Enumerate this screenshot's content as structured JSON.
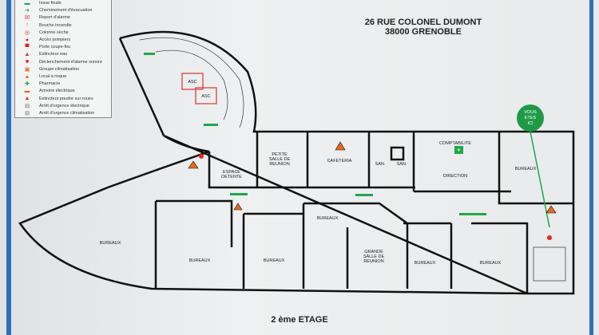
{
  "legend": {
    "items": [
      {
        "label": "Issue finale",
        "icon": "exit-green"
      },
      {
        "label": "Cheminement d'évacuation",
        "icon": "evacuation-arrow"
      },
      {
        "label": "Report d'alarme",
        "icon": "alarm-report"
      },
      {
        "label": "Bouche incendie",
        "icon": "fire-hydrant"
      },
      {
        "label": "Colonne sèche",
        "icon": "dry-riser"
      },
      {
        "label": "Accès pompiers",
        "icon": "firefighter-access"
      },
      {
        "label": "Porte coupe-feu",
        "icon": "fire-door"
      },
      {
        "label": "Extincteur eau",
        "icon": "water-extinguisher"
      },
      {
        "label": "Déclenchement d'alarme sonore",
        "icon": "alarm-trigger"
      },
      {
        "label": "Groupe climatisation",
        "icon": "air-conditioning"
      },
      {
        "label": "Local à risque",
        "icon": "risk-area"
      },
      {
        "label": "Pharmacie",
        "icon": "pharmacy"
      },
      {
        "label": "Armoire électrique",
        "icon": "electrical-cabinet"
      },
      {
        "label": "Extincteur poudre sur roues",
        "icon": "wheeled-extinguisher"
      },
      {
        "label": "Arrêt d'urgence électrique",
        "icon": "electric-emergency-stop"
      },
      {
        "label": "Arrêt d'urgence climatisation",
        "icon": "ac-emergency-stop"
      }
    ]
  },
  "address": {
    "street": "26 RUE COLONEL DUMONT",
    "city": "38000 GRENOBLE"
  },
  "you_are_here": {
    "line1": "VOUS",
    "line2": "ETES",
    "line3": "ICI"
  },
  "rooms": {
    "espace_detente": [
      "ESPACE",
      "DETENTE"
    ],
    "petite_salle": [
      "PETITE",
      "SALLE DE",
      "REUNION"
    ],
    "cafeteria": "CAFETERIA",
    "san1": "SAN.",
    "san2": "SAN.",
    "comptabilite": "COMPTABILITE",
    "direction": "DIRECTION",
    "bureaux_ne": "BUREAUX",
    "bureaux_center": "BUREAUX",
    "bureaux_west": "BUREAUX",
    "bureaux_sw": "BUREAUX",
    "bureaux_s": "BUREAUX",
    "grande_salle": [
      "GRANDE",
      "SALLE DE",
      "REUNION"
    ],
    "bureaux_se1": "BUREAUX",
    "bureaux_se2": "BUREAUX",
    "asc1": "ASC",
    "asc2": "ASC"
  },
  "floor_label": "2 ème ETAGE",
  "colors": {
    "evacuation": "#1fa84a",
    "walls": "#111111",
    "stripe": "#2f6fc0",
    "risk": "#e8681c"
  }
}
